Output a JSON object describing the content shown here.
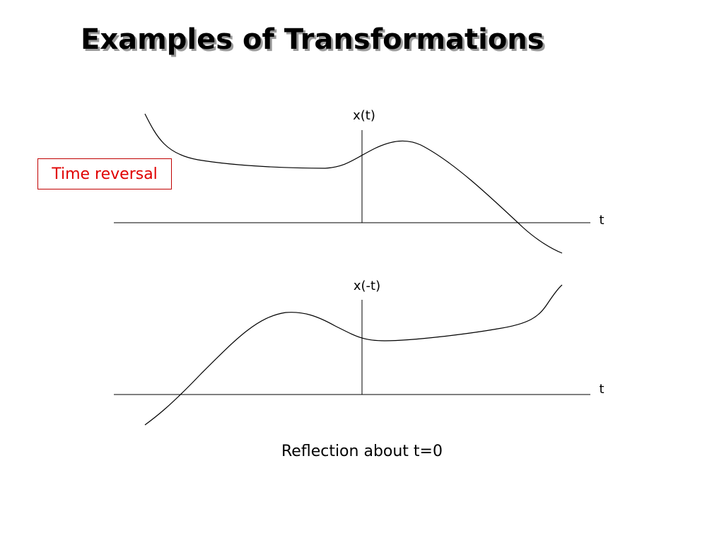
{
  "title": "Examples of Transformations",
  "label": "Time reversal",
  "caption": "Reflection about t=0",
  "colors": {
    "label_text": "#e00000",
    "label_border": "#c00000",
    "title_shadow": "#9a9a9a"
  },
  "plots": {
    "top": {
      "y_label": "x(t)",
      "x_label": "t"
    },
    "bottom": {
      "y_label": "x(-t)",
      "x_label": "t"
    }
  }
}
